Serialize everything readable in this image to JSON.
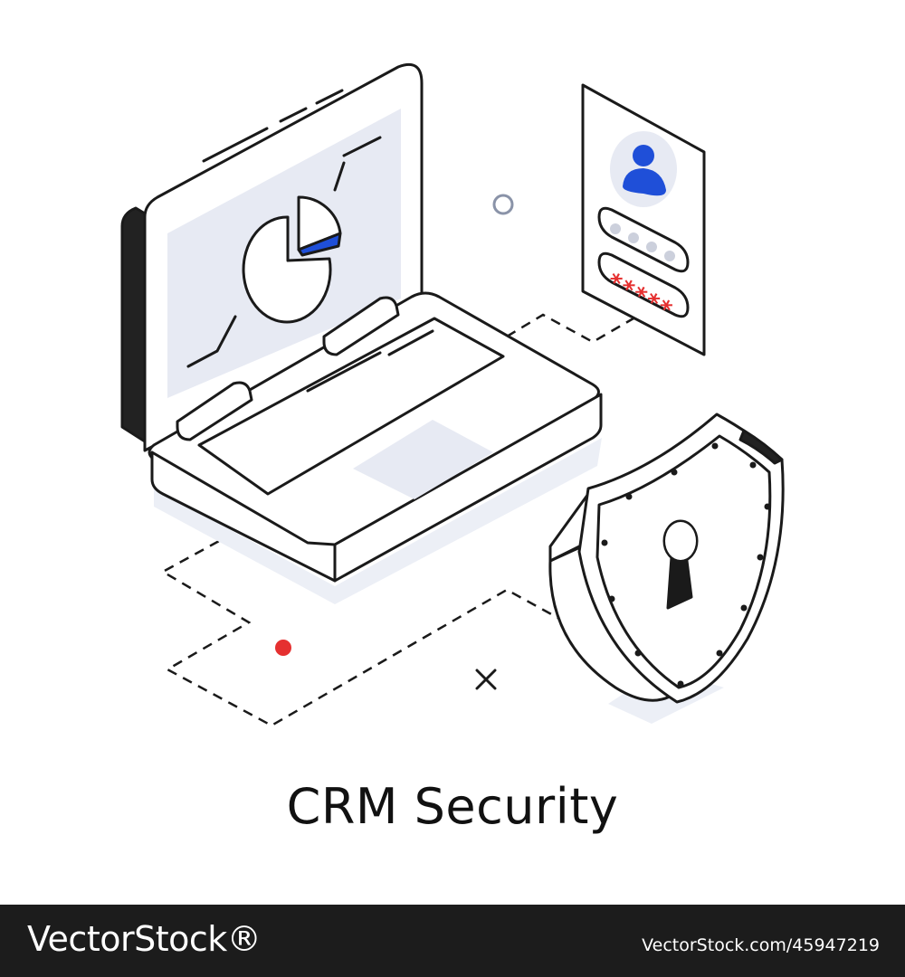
{
  "caption": "CRM Security",
  "footer": {
    "brand": "VectorStock®",
    "stock_id": "VectorStock.com/45947219"
  },
  "password_mask": "*****",
  "colors": {
    "outline": "#1a1a1a",
    "screen_fill": "#e7eaf3",
    "accent_blue": "#1f4fd8",
    "accent_red": "#e53030",
    "shadow": "#eceff6"
  },
  "icons": [
    "laptop-icon",
    "pie-chart-icon",
    "user-avatar-icon",
    "password-field-icon",
    "shield-icon",
    "keyhole-icon"
  ]
}
